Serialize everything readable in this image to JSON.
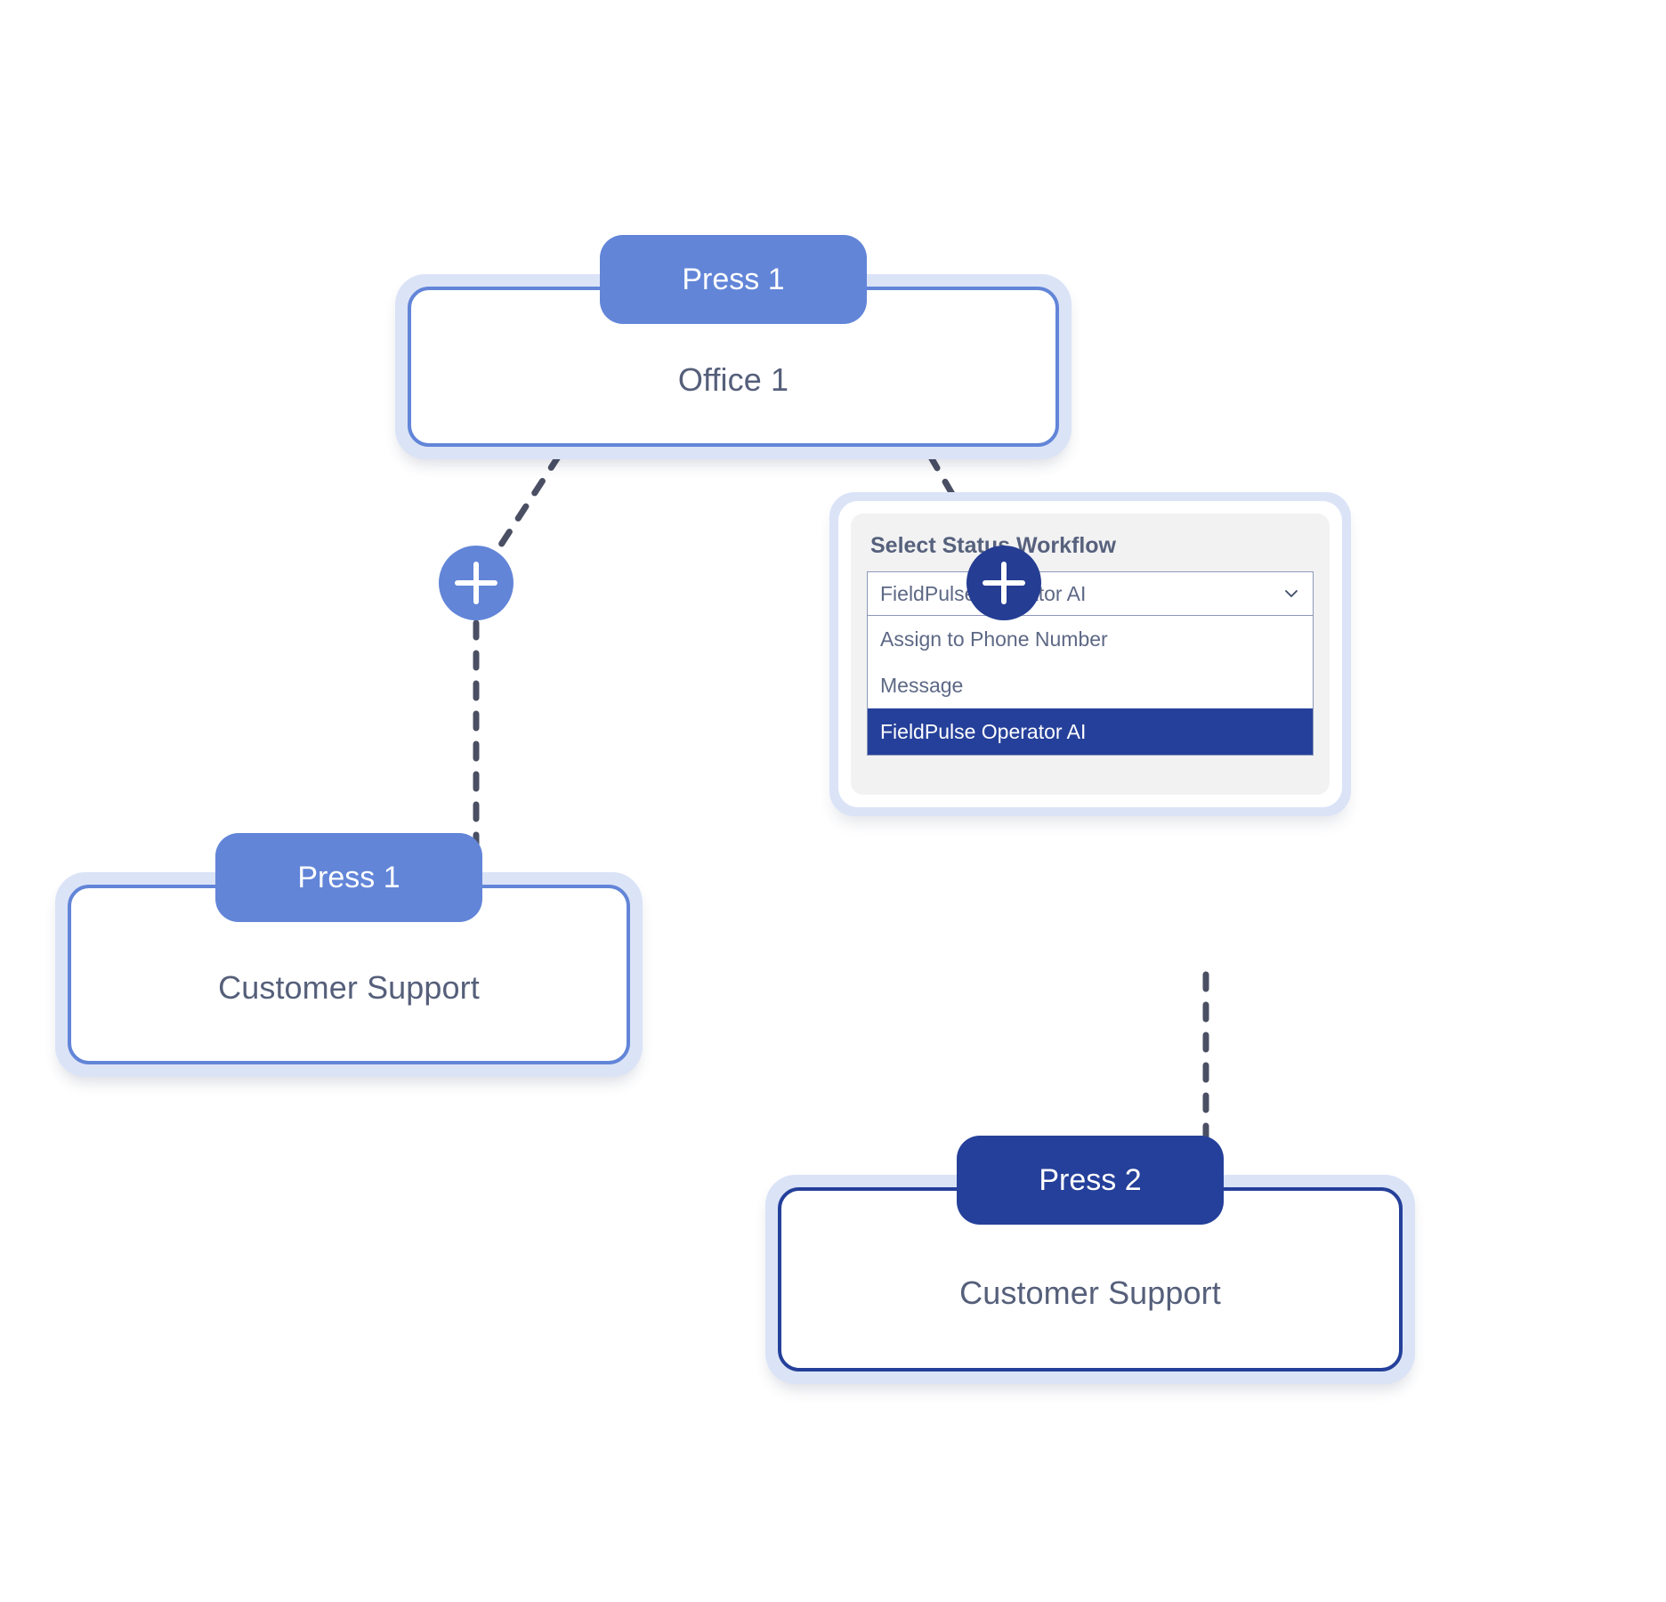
{
  "colors": {
    "accent_blue": "#6285d8",
    "accent_navy": "#25409a",
    "plus_navy": "#253d93",
    "ring_lavender": "#dbe3f7",
    "panel_gray": "#f2f2f3",
    "text_slate": "#555f7a",
    "connector_gray": "#4a4f63",
    "highlight_navy": "#25409a"
  },
  "nodes": {
    "office": {
      "badge": "Press 1",
      "title": "Office 1"
    },
    "customer_support_left": {
      "badge": "Press 1",
      "title": "Customer Support"
    },
    "customer_support_right": {
      "badge": "Press 2",
      "title": "Customer Support"
    }
  },
  "add_buttons": {
    "left_label": "+",
    "right_label": "+"
  },
  "workflow_popover": {
    "label": "Select Status Workflow",
    "select": {
      "value": "FieldPulse Operator AI",
      "icon": "chevron-down-icon"
    },
    "options": [
      {
        "label": "Assign to Phone Number",
        "selected": false
      },
      {
        "label": "Message",
        "selected": false
      },
      {
        "label": "FieldPulse Operator AI",
        "selected": true
      }
    ]
  }
}
